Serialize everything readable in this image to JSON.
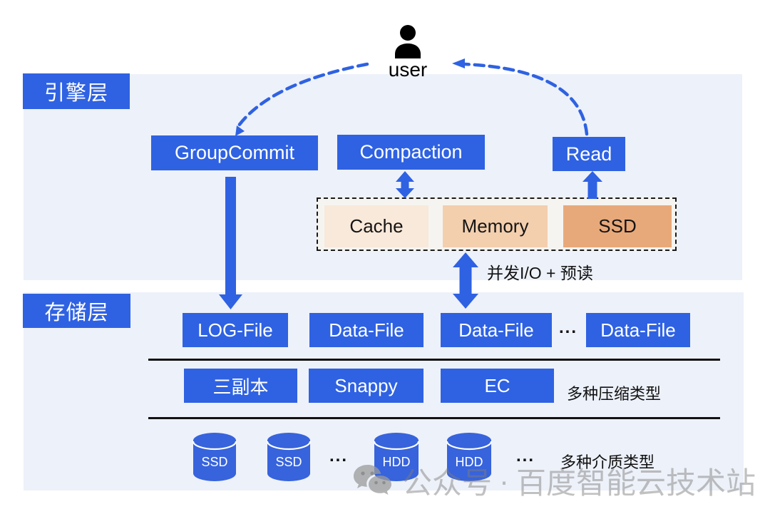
{
  "user": {
    "label": "user"
  },
  "engine_layer": {
    "label": "引擎层",
    "modules": [
      {
        "label": "GroupCommit"
      },
      {
        "label": "Compaction"
      },
      {
        "label": "Read"
      }
    ],
    "memory_group": {
      "items": [
        {
          "label": "Cache",
          "color": "#f9e9da"
        },
        {
          "label": "Memory",
          "color": "#f3cfae"
        },
        {
          "label": "SSD",
          "color": "#e8a97a"
        }
      ]
    }
  },
  "io_annotation": "并发I/O + 预读",
  "storage_layer": {
    "label": "存储层",
    "file_row": {
      "items": [
        {
          "label": "LOG-File"
        },
        {
          "label": "Data-File"
        },
        {
          "label": "Data-File"
        },
        {
          "label": "Data-File"
        }
      ],
      "ellipsis": "..."
    },
    "redundancy_row": {
      "items": [
        {
          "label": "三副本"
        },
        {
          "label": "Snappy"
        },
        {
          "label": "EC"
        }
      ],
      "note": "多种压缩类型"
    },
    "media_row": {
      "items": [
        {
          "label": "SSD"
        },
        {
          "label": "SSD"
        },
        {
          "label": "HDD"
        },
        {
          "label": "HDD"
        }
      ],
      "ellipsis1": "...",
      "ellipsis2": "...",
      "note": "多种介质类型"
    }
  },
  "watermark": {
    "icon": "wechat-icon",
    "text": "公众号",
    "separator": "·",
    "brand": "百度智能云技术站"
  },
  "colors": {
    "accent_blue": "#2f62e2",
    "panel_bg": "#edf1f9",
    "cache": "#f9e9da",
    "memory": "#f3cfae",
    "ssd_box": "#e8a97a",
    "line": "#111111",
    "watermark_gray": "#7d7d7d"
  }
}
